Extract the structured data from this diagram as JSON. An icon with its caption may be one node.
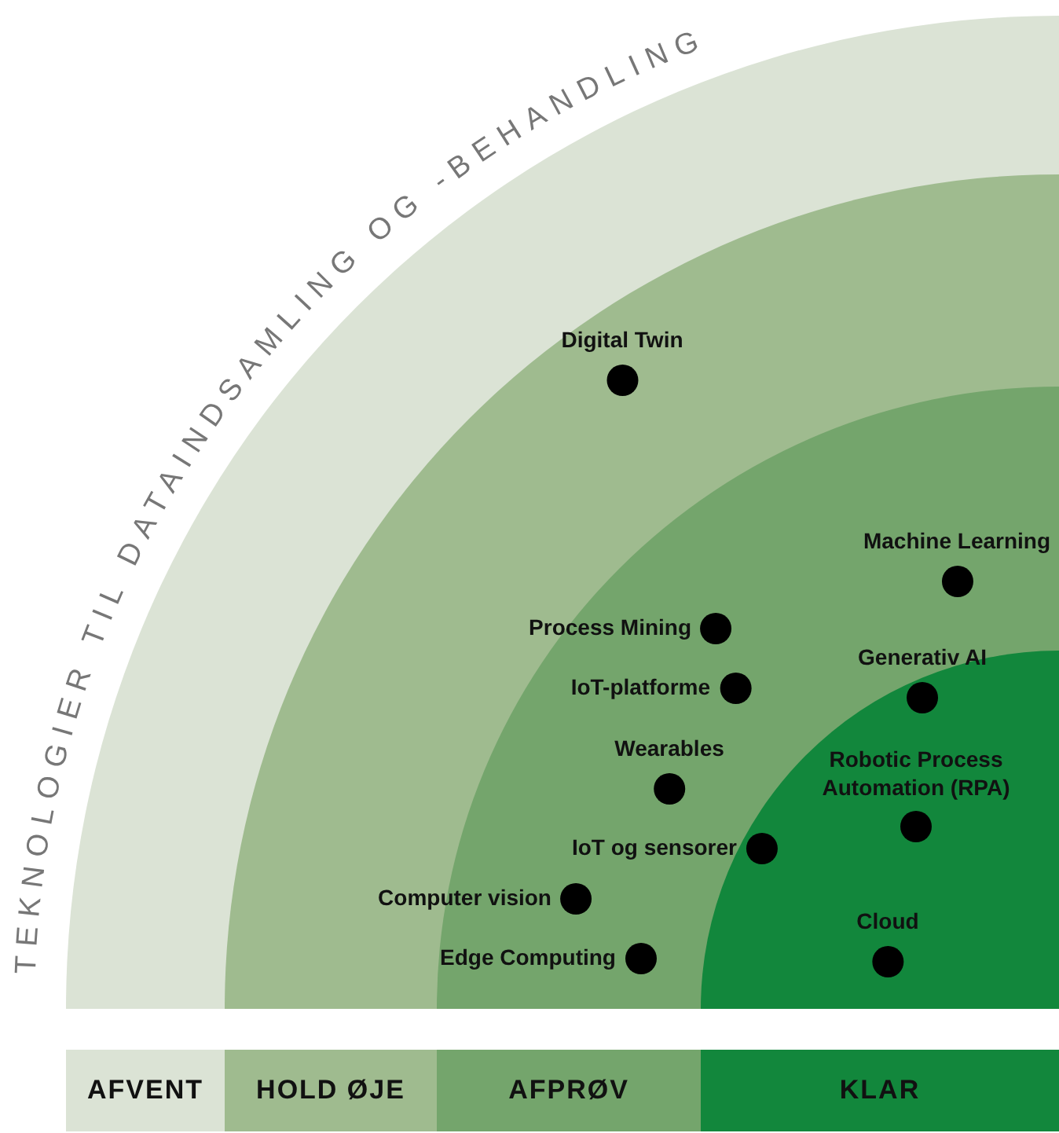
{
  "diagram": {
    "title": "TEKNOLOGIER TIL DATAINDSAMLING OG -BEHANDLING",
    "nodes": [
      {
        "text": [
          "Digital Twin"
        ]
      },
      {
        "text": [
          "Machine Learning"
        ]
      },
      {
        "text": [
          "Process Mining"
        ]
      },
      {
        "text": [
          "IoT-platforme"
        ]
      },
      {
        "text": [
          "Generativ AI"
        ]
      },
      {
        "text": [
          "Wearables"
        ]
      },
      {
        "text": [
          "Robotic Process Automation (RPA)"
        ]
      },
      {
        "text": [
          "IoT og sensorer"
        ]
      },
      {
        "text": [
          "Computer vision"
        ]
      },
      {
        "text": [
          "Cloud"
        ]
      },
      {
        "text": [
          "Edge Computing"
        ]
      },
      {
        "text": [
          "AFVENT"
        ]
      },
      {
        "text": [
          "HOLD ØJE"
        ]
      },
      {
        "text": [
          "AFPRØV"
        ]
      },
      {
        "text": [
          "KLAR"
        ]
      }
    ],
    "edges": []
  }
}
